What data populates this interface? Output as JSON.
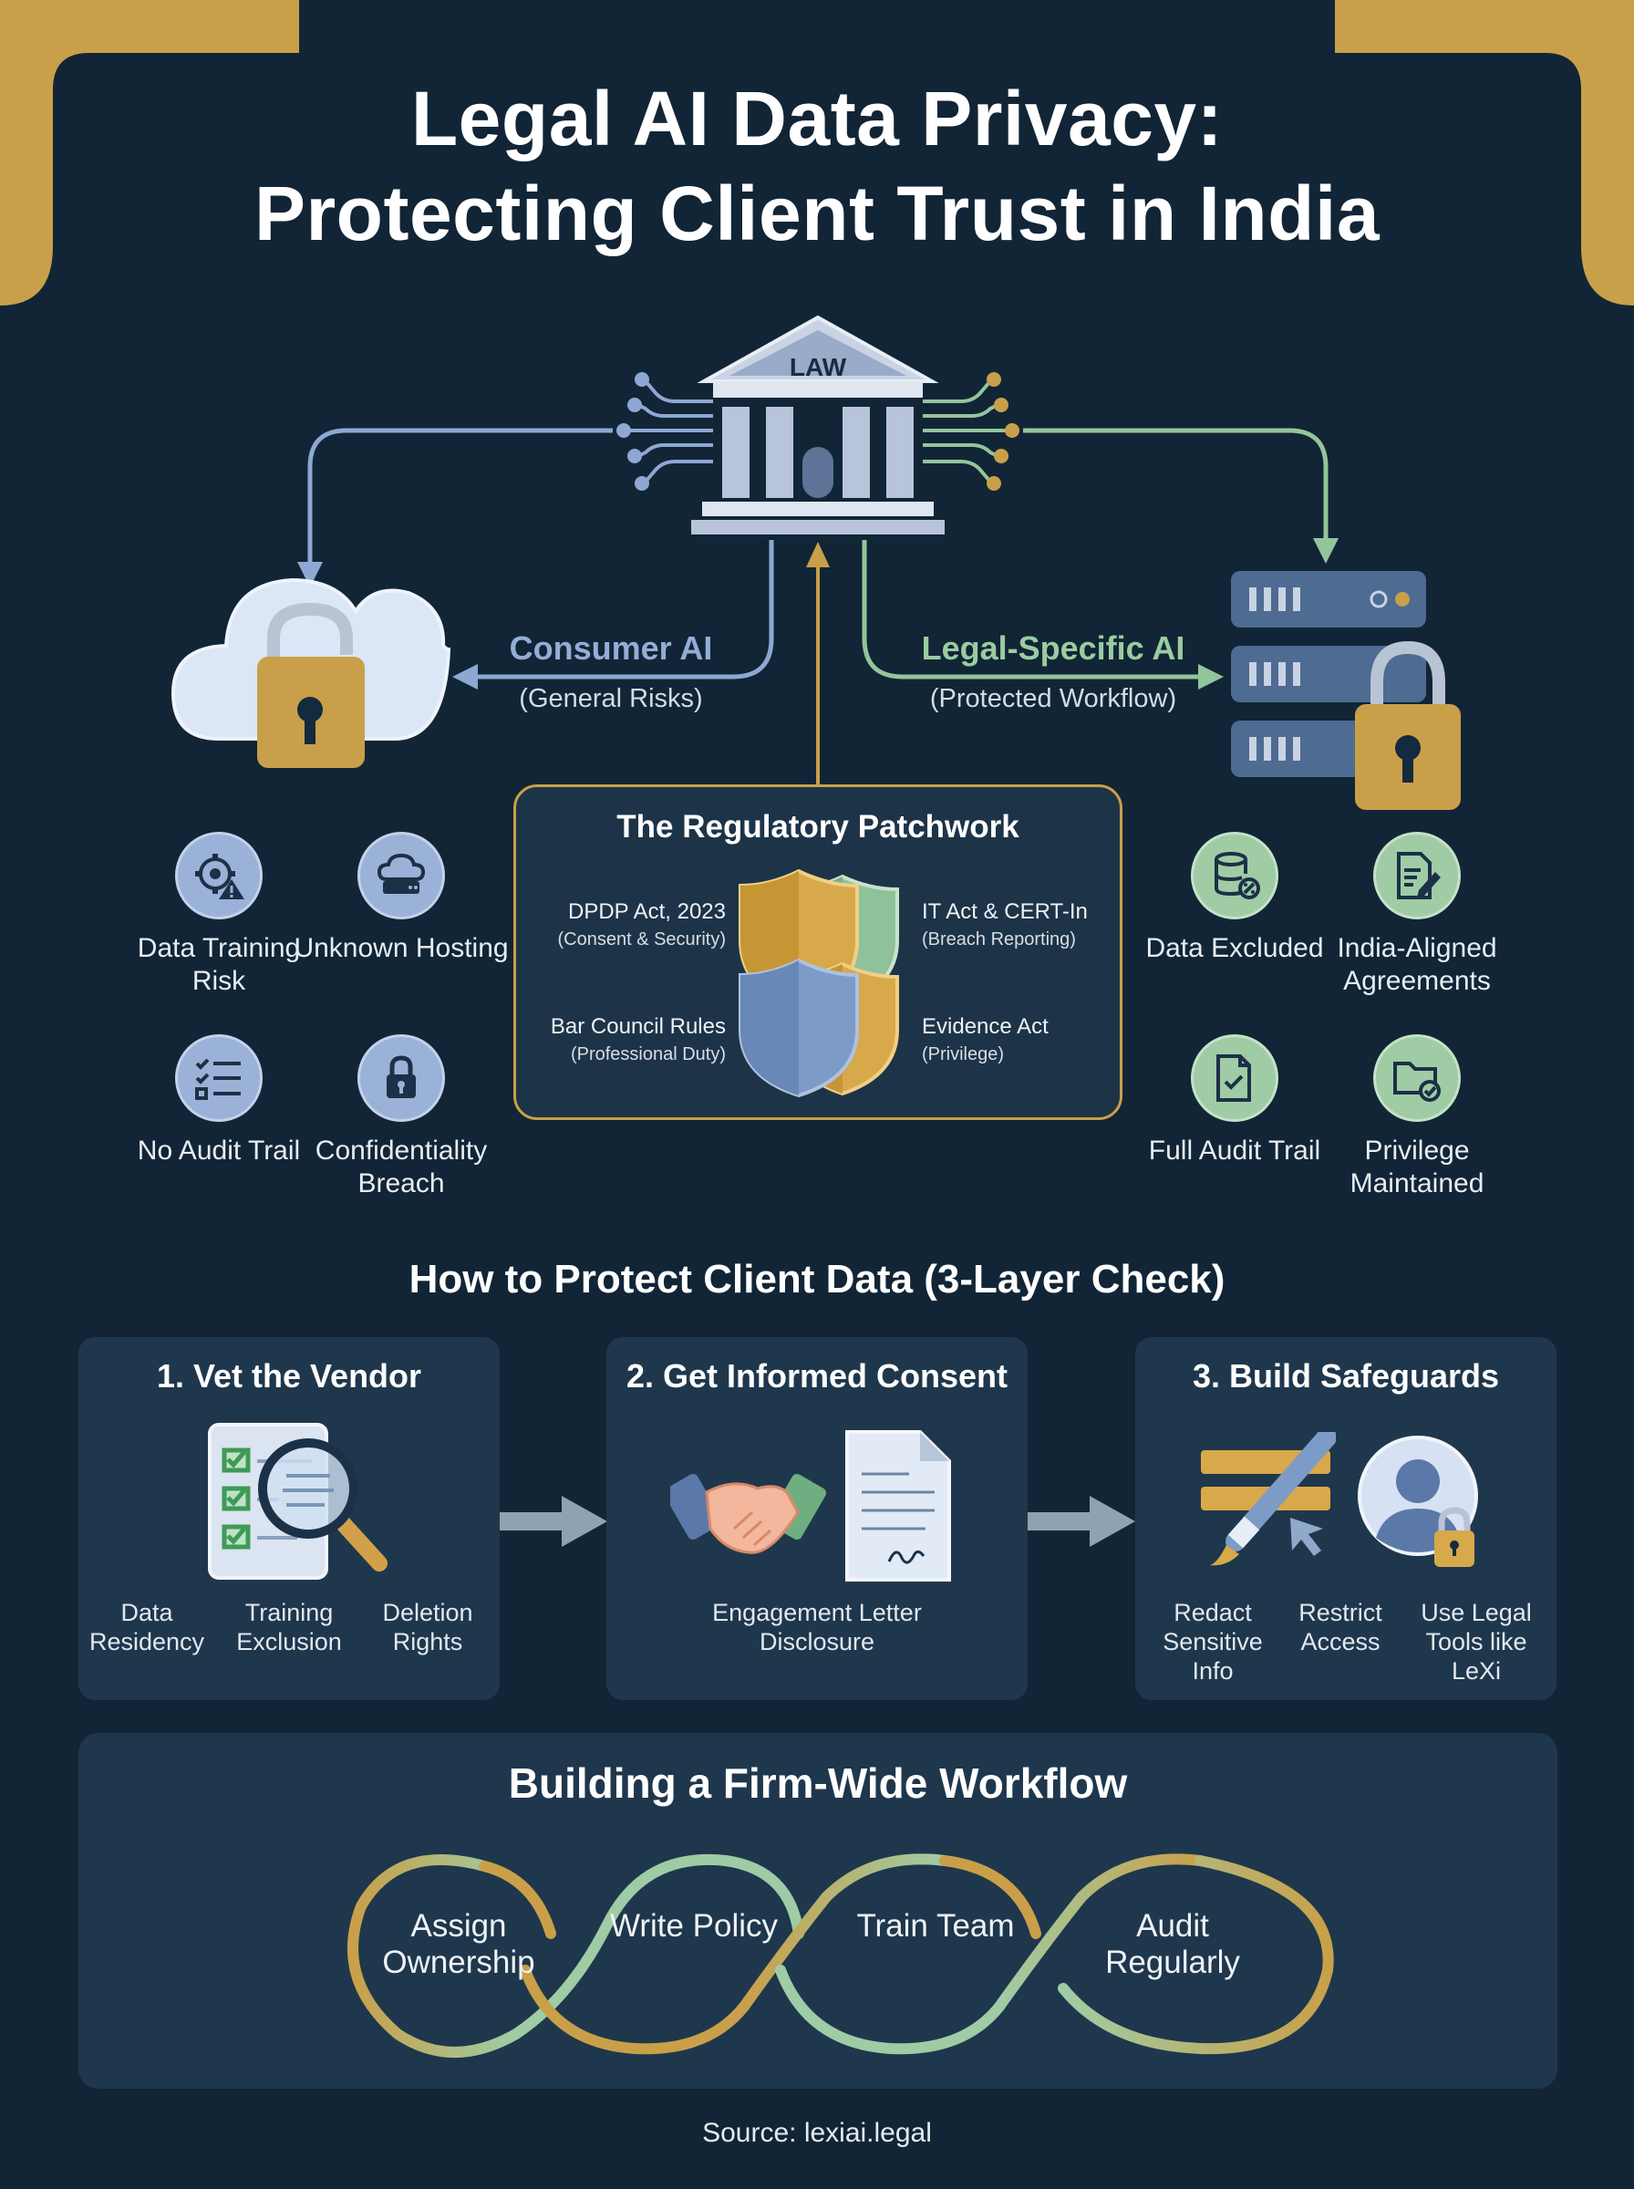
{
  "title": [
    "Legal AI Data Privacy:",
    "Protecting Client Trust in India"
  ],
  "law_label": "LAW",
  "consumer": {
    "label": "Consumer AI",
    "sub": "(General Risks)",
    "items": [
      {
        "icon": "gear-warning-icon",
        "label": "Data Training Risk"
      },
      {
        "icon": "cloud-server-icon",
        "label": "Unknown Hosting"
      },
      {
        "icon": "checklist-icon",
        "label": "No Audit Trail"
      },
      {
        "icon": "padlock-icon",
        "label": "Confidentiality Breach"
      }
    ]
  },
  "legal": {
    "label": "Legal-Specific AI",
    "sub": "(Protected Workflow)",
    "items": [
      {
        "icon": "database-excluded-icon",
        "label": "Data Excluded"
      },
      {
        "icon": "document-edit-icon",
        "label": "India-Aligned Agreements"
      },
      {
        "icon": "document-check-icon",
        "label": "Full Audit Trail"
      },
      {
        "icon": "folder-check-icon",
        "label": "Privilege Maintained"
      }
    ]
  },
  "regulatory": {
    "title": "The Regulatory Patchwork",
    "items": [
      {
        "name": "DPDP Act, 2023",
        "note": "(Consent & Security)"
      },
      {
        "name": "IT Act & CERT-In",
        "note": "(Breach Reporting)"
      },
      {
        "name": "Bar Council Rules",
        "note": "(Professional Duty)"
      },
      {
        "name": "Evidence Act",
        "note": "(Privilege)"
      }
    ]
  },
  "protect": {
    "title": "How to Protect Client Data (3-Layer Check)",
    "cards": [
      {
        "title": "1. Vet the Vendor",
        "labels": [
          "Data Residency",
          "Training Exclusion",
          "Deletion Rights"
        ]
      },
      {
        "title": "2. Get Informed Consent",
        "labels": [
          "Engagement Letter Disclosure"
        ]
      },
      {
        "title": "3. Build Safeguards",
        "labels": [
          "Redact Sensitive Info",
          "Restrict Access",
          "Use Legal Tools like LeXi"
        ]
      }
    ]
  },
  "workflow": {
    "title": "Building a Firm-Wide Workflow",
    "steps": [
      "Assign Ownership",
      "Write Policy",
      "Train Team",
      "Audit Regularly"
    ]
  },
  "source": "Source: lexiai.legal",
  "colors": {
    "background": "#112536",
    "gold": "#c9a049",
    "blue": "#9bb2d8",
    "green": "#9fcca5",
    "card": "#1f374c"
  }
}
